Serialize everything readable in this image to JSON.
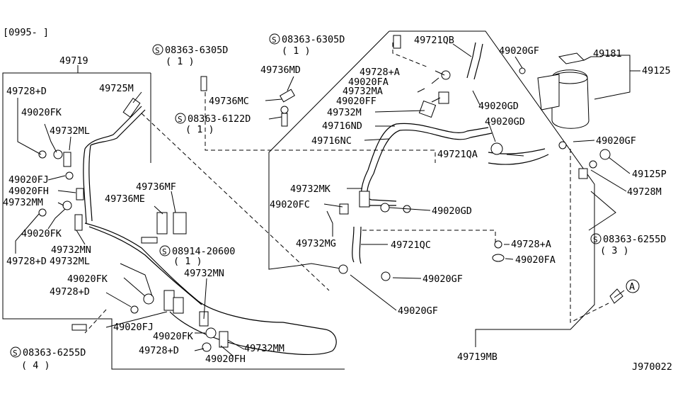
{
  "header": {
    "date_code": "[0995-     ]"
  },
  "footer": {
    "drawing_id": "J970022"
  },
  "callouts": [
    {
      "id": "49719",
      "text": "49719"
    },
    {
      "id": "49728pD_1",
      "text": "49728+D"
    },
    {
      "id": "49725M",
      "text": "49725M"
    },
    {
      "id": "49020FK_1",
      "text": "49020FK"
    },
    {
      "id": "49732ML_1",
      "text": "49732ML"
    },
    {
      "id": "49020FJ_1",
      "text": "49020FJ"
    },
    {
      "id": "49020FH_1",
      "text": "49020FH"
    },
    {
      "id": "49732MM_1",
      "text": "49732MM"
    },
    {
      "id": "49020FK_2",
      "text": "49020FK"
    },
    {
      "id": "49732MN_1",
      "text": "49732MN"
    },
    {
      "id": "49728pD_2",
      "text": "49728+D"
    },
    {
      "id": "49736MF",
      "text": "49736MF"
    },
    {
      "id": "49736ME",
      "text": "49736ME"
    },
    {
      "id": "49732ML_2",
      "text": "49732ML"
    },
    {
      "id": "49020FK_3",
      "text": "49020FK"
    },
    {
      "id": "49728pD_3",
      "text": "49728+D"
    },
    {
      "id": "49732MN_2",
      "text": "49732MN"
    },
    {
      "id": "49020FJ_2",
      "text": "49020FJ"
    },
    {
      "id": "49020FK_4",
      "text": "49020FK"
    },
    {
      "id": "49728pD_4",
      "text": "49728+D"
    },
    {
      "id": "49732MM_2",
      "text": "49732MM"
    },
    {
      "id": "49020FH_2",
      "text": "49020FH"
    },
    {
      "id": "49736MD",
      "text": "49736MD"
    },
    {
      "id": "49736MC",
      "text": "49736MC"
    },
    {
      "id": "49728pA_1",
      "text": "49728+A"
    },
    {
      "id": "49020FA_1",
      "text": "49020FA"
    },
    {
      "id": "49732MA",
      "text": "49732MA"
    },
    {
      "id": "49020FF",
      "text": "49020FF"
    },
    {
      "id": "49732M",
      "text": "49732M"
    },
    {
      "id": "49716ND",
      "text": "49716ND"
    },
    {
      "id": "49716NC",
      "text": "49716NC"
    },
    {
      "id": "49721QB",
      "text": "49721QB"
    },
    {
      "id": "49020GF_1",
      "text": "49020GF"
    },
    {
      "id": "49181",
      "text": "49181"
    },
    {
      "id": "49125",
      "text": "49125"
    },
    {
      "id": "49020GD_1",
      "text": "49020GD"
    },
    {
      "id": "49020GD_2",
      "text": "49020GD"
    },
    {
      "id": "49020GF_2",
      "text": "49020GF"
    },
    {
      "id": "49721QA",
      "text": "49721QA"
    },
    {
      "id": "49125P",
      "text": "49125P"
    },
    {
      "id": "49728M",
      "text": "49728M"
    },
    {
      "id": "49732MK",
      "text": "49732MK"
    },
    {
      "id": "49020FC",
      "text": "49020FC"
    },
    {
      "id": "49020GD_3",
      "text": "49020GD"
    },
    {
      "id": "49732MG",
      "text": "49732MG"
    },
    {
      "id": "49721QC",
      "text": "49721QC"
    },
    {
      "id": "49728pA_2",
      "text": "49728+A"
    },
    {
      "id": "49020FA_2",
      "text": "49020FA"
    },
    {
      "id": "49020GF_3",
      "text": "49020GF"
    },
    {
      "id": "49020GF_4",
      "text": "49020GF"
    },
    {
      "id": "49719MB",
      "text": "49719MB"
    }
  ],
  "bolts": [
    {
      "id": "b1",
      "symbol": "S",
      "part": "08363-6305D",
      "qty": "( 1 )"
    },
    {
      "id": "b2",
      "symbol": "S",
      "part": "08363-6305D",
      "qty": "( 1 )"
    },
    {
      "id": "b3",
      "symbol": "S",
      "part": "08363-6122D",
      "qty": "( 1 )"
    },
    {
      "id": "b4",
      "symbol": "S",
      "part": "08914-20600",
      "qty": "( 1 )"
    },
    {
      "id": "b5",
      "symbol": "S",
      "part": "08363-6255D",
      "qty": "( 3 )"
    },
    {
      "id": "b6",
      "symbol": "S",
      "part": "08363-6255D",
      "qty": "( 4 )"
    }
  ],
  "view_marker": {
    "letter": "A"
  }
}
